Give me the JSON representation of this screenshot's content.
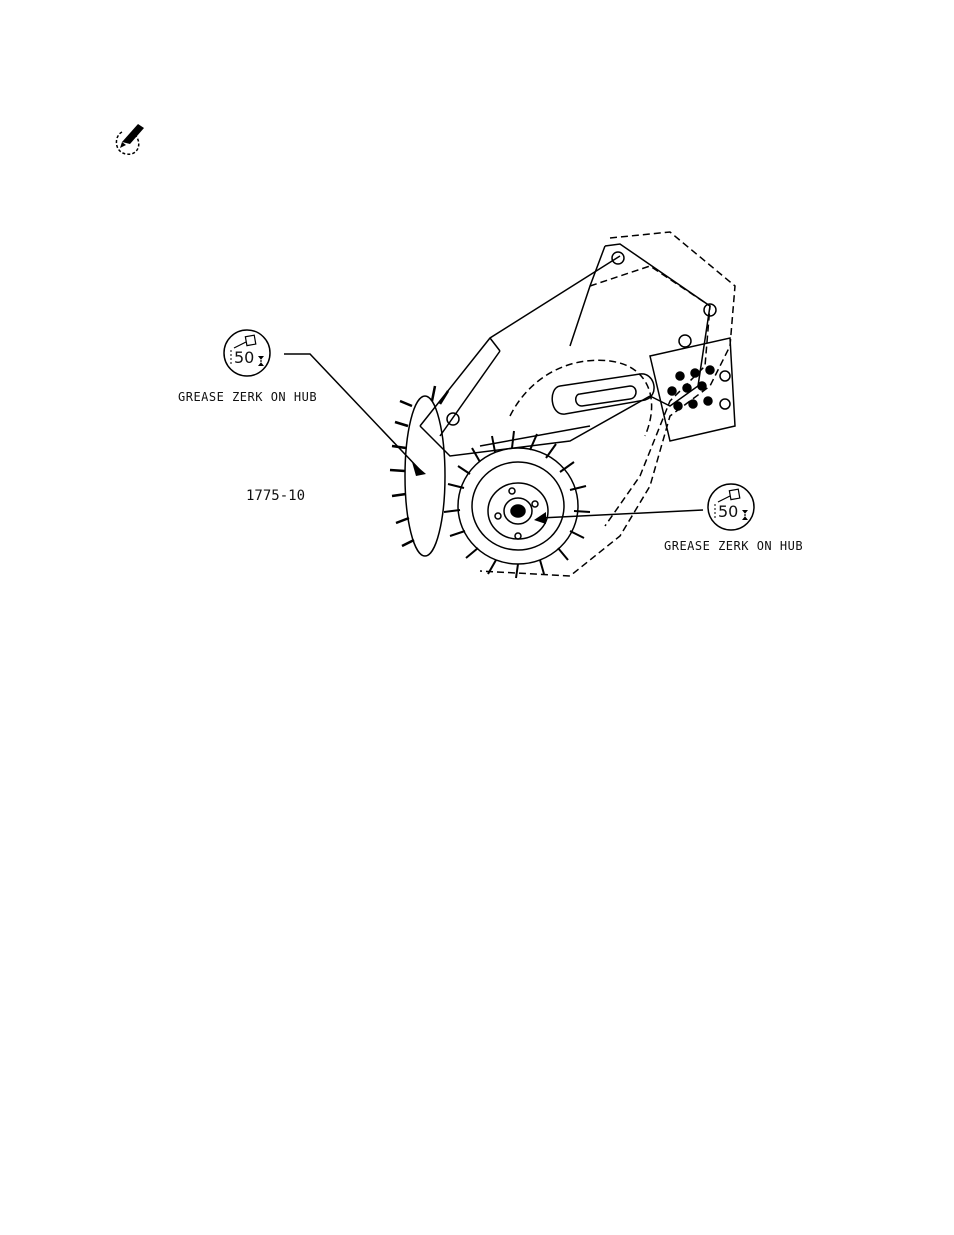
{
  "note": {
    "icon": "note-pencil-icon"
  },
  "figure": {
    "id_label": "1775-10",
    "callouts": [
      {
        "interval": "50",
        "label": "GREASE ZERK ON HUB",
        "icon": "grease-gun-hourglass-icon"
      },
      {
        "interval": "50",
        "label": "GREASE ZERK ON HUB",
        "icon": "grease-gun-hourglass-icon"
      }
    ]
  }
}
